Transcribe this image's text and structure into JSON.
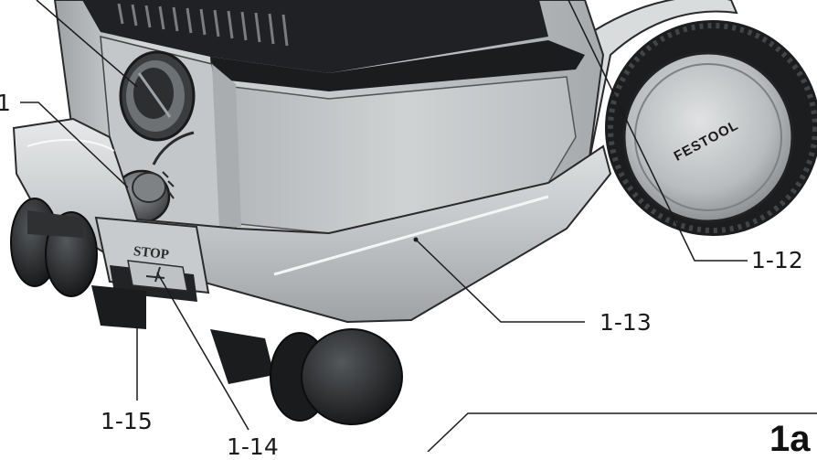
{
  "figure": {
    "figure_label": "1a",
    "brand_logo": "FESTOOL",
    "stop_label": "STOP"
  },
  "callouts": [
    {
      "id": "1-12",
      "label": "1-12"
    },
    {
      "id": "1-13",
      "label": "1-13"
    },
    {
      "id": "1-14",
      "label": "1-14"
    },
    {
      "id": "1-15",
      "label": "1-15"
    },
    {
      "id": "1-11",
      "label": "1"
    }
  ],
  "colors": {
    "body_gray": "#c9cccd",
    "dark": "#1e1f21",
    "outline": "#2a2a2a"
  }
}
